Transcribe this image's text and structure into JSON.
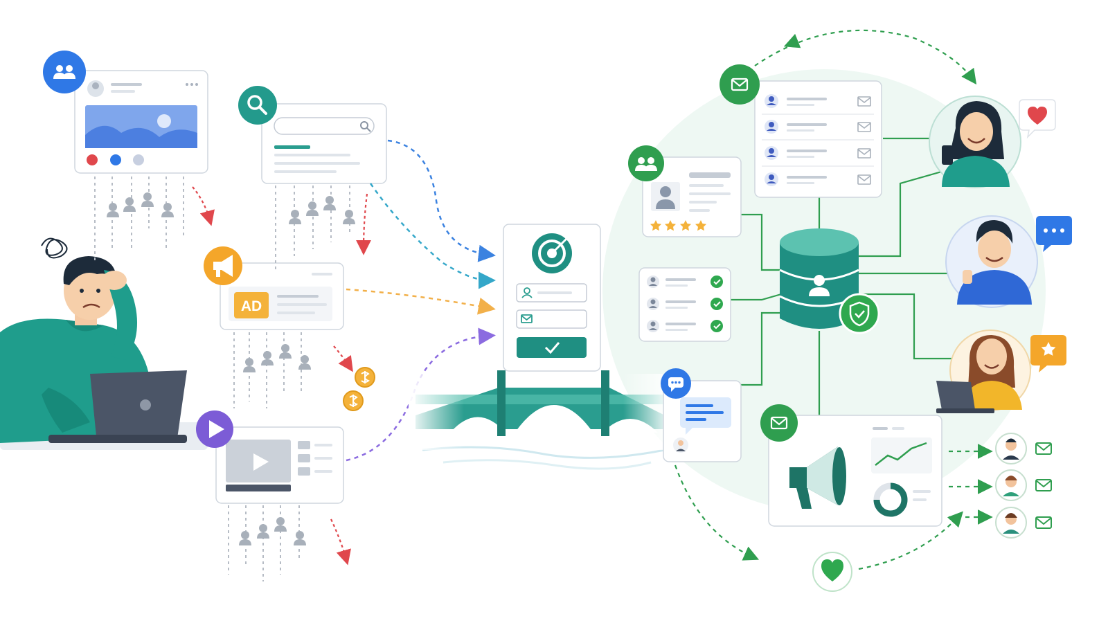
{
  "ad_card": {
    "badge_text": "AD"
  },
  "colors": {
    "teal": "#2a9d8f",
    "green": "#3aa856",
    "blue": "#2f78e6",
    "orange": "#f4a62a",
    "purple": "#7c5cd6",
    "red": "#e0474c",
    "gray_person": "#a8b0ba"
  },
  "icons": {
    "social": "people-icon",
    "search": "search-icon",
    "ads": "megaphone-icon",
    "video": "play-icon",
    "target": "target-icon",
    "database": "database-icon",
    "shield": "shield-check-icon",
    "email": "envelope-icon",
    "chat": "chat-icon",
    "heart": "heart-icon",
    "star": "star-icon"
  },
  "lead_flows": [
    "email",
    "email",
    "email"
  ]
}
